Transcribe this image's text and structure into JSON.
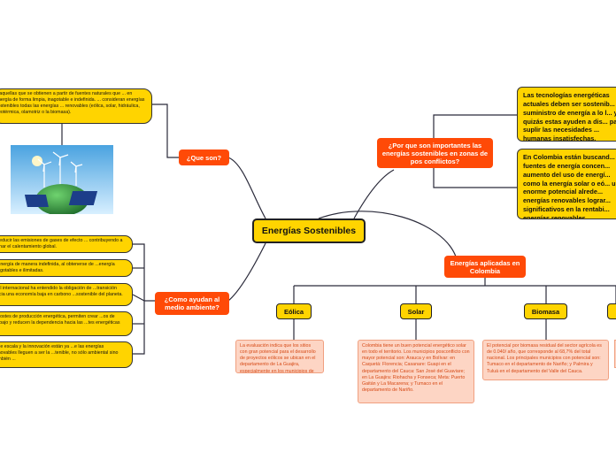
{
  "central": {
    "label": "Energías Sostenibles"
  },
  "que_son": {
    "label": "¿Que son?",
    "definition": "...aquellas que se obtienen a partir de fuentes naturales que ... en energía de forma limpia, inagotable e indefinida. ... consideran energías sostenibles todas las energías ... renovables (eólica, solar, hidráulica, geotérmica, olamotriz o la biomasa)."
  },
  "como_ayudan": {
    "label": "¿Como ayudan al medio ambiente?",
    "items": [
      "...reducir las emisiones de gases de efecto ... contribuyendo a frenar el calentamiento global.",
      "...energía de manera indefinida, al obtenerse de ...energía inagotables e ilimitadas.",
      "...el internacional ha entendido la obligación de ...transición hacia una economía baja en carbono ...sostenible del planeta.",
      "...costes de producción energética, permiten crear ...os de trabajo y reducen la dependencia hacia las ...tes energéticas",
      "...de escala y la innovación están ya ...e las energías renovables lleguen a ser la ...tenible, no sólo ambiental sino también ..."
    ]
  },
  "por_que": {
    "label": "¿Por que son importantes las energías sostenibles en zonas de pos conflictos?",
    "boxes": [
      "Las tecnologías energéticas actuales deben ser sostenib... suministro de energía a lo l... y quizás estas ayuden a dis... para suplir las necesidades ... humanas insatisfechas.",
      "En Colombia están buscand... fuentes de energía concen... aumento del uso de energí... como la energía solar o eó... un enorme potencial alrede... energías renovables lograr... significativos en la rentabi... energías renovables."
    ]
  },
  "colombia": {
    "label": "Energías aplicadas en Colombia",
    "branches": [
      {
        "label": "Eólica",
        "note": "La evaluación indica que los sitios con gran potencial para el desarrollo de proyectos eólicos se ubican en el departamento de La Guajira, especialmente en los municipios de Riohacha y Fonseca"
      },
      {
        "label": "Solar",
        "note": "Colombia tiene un buen potencial energético solar en todo el territorio. Los municipios posconflicto con mayor potencial son: Arauca y en Bolívar: en Caquetá: Florencia; Casanare: Guapi en el departamento del Cauca: San José del Guaviare; en La Guajira: Riohacha y Fonseca; Meta: Puerto Gaitán y La Macarena; y Tumaco en el departamento de Nariño."
      },
      {
        "label": "Biomasa",
        "note": "El potencial por biomasa residual del sector agrícola es de 0.040/ año, que corresponde al 68,7% del total nacional. Los principales municipios con potencial son: Tumaco en el departamento de Nariño; y Palmira y Tuluá en el departamento del Valle del Cauca."
      }
    ]
  },
  "colors": {
    "yellow": "#ffd400",
    "orange": "#ff4a07",
    "note_bg": "#fdd5c4",
    "note_text": "#d64a16",
    "line": "#2a2a3a"
  }
}
